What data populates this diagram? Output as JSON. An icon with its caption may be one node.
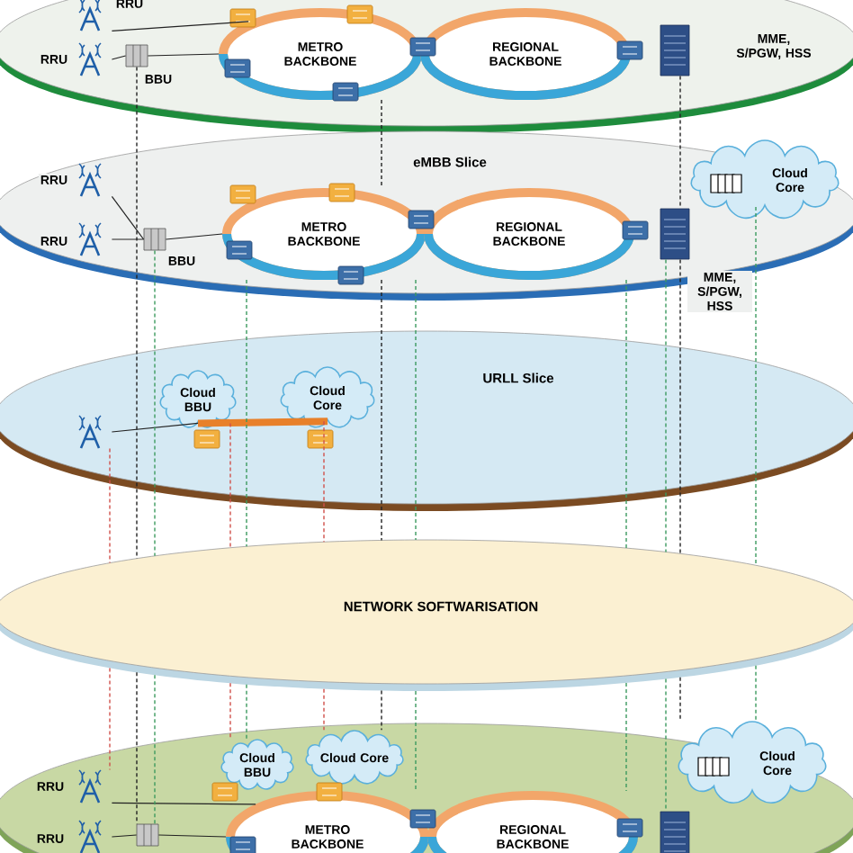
{
  "diagram": {
    "nodes": [
      {
        "text": [],
        "shape": "ellipse"
      },
      {
        "text": [
          "RRU"
        ],
        "in": 0
      },
      {
        "text": [
          "RRU"
        ],
        "in": 0
      },
      {
        "text": [
          "BBU"
        ],
        "in": 0
      },
      {
        "text": [
          "METRO BACKBONE"
        ],
        "in": 0
      },
      {
        "text": [
          "REGIONAL BACKBONE"
        ],
        "in": 0
      },
      {
        "text": [
          "MME, S/PGW, HSS"
        ],
        "in": 0
      },
      {
        "text": [
          "eMBB Slice"
        ]
      },
      {
        "text": [
          "RRU"
        ],
        "in": 7
      },
      {
        "text": [
          "RRU"
        ],
        "in": 7
      },
      {
        "text": [
          "BBU"
        ],
        "in": 7
      },
      {
        "text": [
          "METRO BACKBONE"
        ],
        "in": 7
      },
      {
        "text": [
          "REGIONAL BACKBONE"
        ],
        "in": 7
      },
      {
        "text": [
          "MME, S/PGW, HSS"
        ],
        "in": 7
      },
      {
        "text": [
          "Cloud Core"
        ],
        "in": 7
      },
      {
        "text": [
          "URLL Slice"
        ]
      },
      {
        "text": [],
        "shape": "picture",
        "in": 15
      },
      {
        "text": [
          "Cloud BBU"
        ],
        "in": 15
      },
      {
        "text": [
          "Cloud Core"
        ],
        "in": 15
      },
      {
        "text": [
          "NETWORK SOFTWARISATION"
        ]
      },
      {
        "text": [],
        "shape": "ellipse"
      },
      {
        "text": [
          "RRU"
        ],
        "in": 20
      },
      {
        "text": [
          "RRU"
        ],
        "in": 20
      },
      {
        "text": [
          "Cloud BBU"
        ],
        "in": 20
      },
      {
        "text": [
          "Cloud Core"
        ],
        "in": 20
      },
      {
        "text": [
          "METRO BACKBONE"
        ],
        "in": 20
      },
      {
        "text": [
          "REGIONAL BACKBONE"
        ],
        "in": 20
      },
      {
        "text": [
          "Cloud Core"
        ],
        "in": 20
      },
      {
        "text": [],
        "shape": "box",
        "in": 20
      },
      {
        "text": [],
        "shape": "box",
        "in": 20
      }
    ],
    "edges": [
      {
        "from": 1,
        "to": 4,
        "arrow": "none"
      },
      {
        "from": 2,
        "to": 3,
        "arrow": "none"
      },
      {
        "from": 3,
        "to": 4,
        "arrow": "none"
      },
      {
        "from": 8,
        "to": 10,
        "arrow": "none"
      },
      {
        "from": 9,
        "to": 10,
        "arrow": "none"
      },
      {
        "from": 10,
        "to": 11,
        "arrow": "none"
      },
      {
        "from": 16,
        "to": 17,
        "arrow": "none"
      },
      {
        "from": 17,
        "to": 18,
        "arrow": "none",
        "style": "thick",
        "color": "#e8802a"
      },
      {
        "from": 21,
        "to": 25,
        "arrow": "none"
      },
      {
        "from": 22,
        "to": 28,
        "arrow": "none"
      },
      {
        "from": 28,
        "to": 25,
        "arrow": "none"
      },
      {
        "from": 3,
        "to": 19,
        "arrow": "none",
        "style": "dashed"
      },
      {
        "from": 4,
        "to": 11,
        "arrow": "none",
        "style": "dashed"
      },
      {
        "from": 11,
        "to": 19,
        "arrow": "none",
        "style": "dashed"
      },
      {
        "from": 6,
        "to": 13,
        "arrow": "none",
        "style": "dashed"
      },
      {
        "from": 13,
        "to": 19,
        "arrow": "none",
        "style": "dashed"
      },
      {
        "from": 10,
        "to": 19,
        "arrow": "none",
        "style": "dashed",
        "color": "#3c9a5f"
      },
      {
        "from": 11,
        "to": 19,
        "arrow": "none",
        "style": "dashed",
        "color": "#3c9a5f"
      },
      {
        "from": 11,
        "to": 19,
        "arrow": "none",
        "style": "dashed",
        "color": "#3c9a5f"
      },
      {
        "from": 12,
        "to": 19,
        "arrow": "none",
        "style": "dashed",
        "color": "#3c9a5f"
      },
      {
        "from": 13,
        "to": 19,
        "arrow": "none",
        "style": "dashed",
        "color": "#3c9a5f"
      },
      {
        "from": 14,
        "to": 19,
        "arrow": "none",
        "style": "dashed",
        "color": "#3c9a5f"
      },
      {
        "from": 16,
        "to": 19,
        "arrow": "none",
        "style": "dashed",
        "color": "#d0504a"
      },
      {
        "from": 17,
        "to": 19,
        "arrow": "none",
        "style": "dashed",
        "color": "#d0504a"
      },
      {
        "from": 18,
        "to": 19,
        "arrow": "none",
        "style": "dashed",
        "color": "#d0504a"
      },
      {
        "from": 19,
        "to": 28,
        "arrow": "none",
        "style": "dashed"
      },
      {
        "from": 19,
        "to": 24,
        "arrow": "none",
        "style": "dashed"
      },
      {
        "from": 19,
        "to": 27,
        "arrow": "none",
        "style": "dashed"
      },
      {
        "from": 19,
        "to": 28,
        "arrow": "none",
        "style": "dashed",
        "color": "#3c9a5f"
      },
      {
        "from": 19,
        "to": 23,
        "arrow": "none",
        "style": "dashed",
        "color": "#3c9a5f"
      },
      {
        "from": 19,
        "to": 25,
        "arrow": "none",
        "style": "dashed",
        "color": "#3c9a5f"
      },
      {
        "from": 19,
        "to": 26,
        "arrow": "none",
        "style": "dashed",
        "color": "#3c9a5f"
      },
      {
        "from": 19,
        "to": 29,
        "arrow": "none",
        "style": "dashed",
        "color": "#3c9a5f"
      },
      {
        "from": 19,
        "to": 27,
        "arrow": "none",
        "style": "dashed",
        "color": "#3c9a5f"
      },
      {
        "from": 19,
        "to": 21,
        "arrow": "none",
        "style": "dashed",
        "color": "#d0504a"
      },
      {
        "from": 19,
        "to": 23,
        "arrow": "none",
        "style": "dashed",
        "color": "#d0504a"
      },
      {
        "from": 19,
        "to": 24,
        "arrow": "none",
        "style": "dashed",
        "color": "#d0504a"
      }
    ]
  }
}
